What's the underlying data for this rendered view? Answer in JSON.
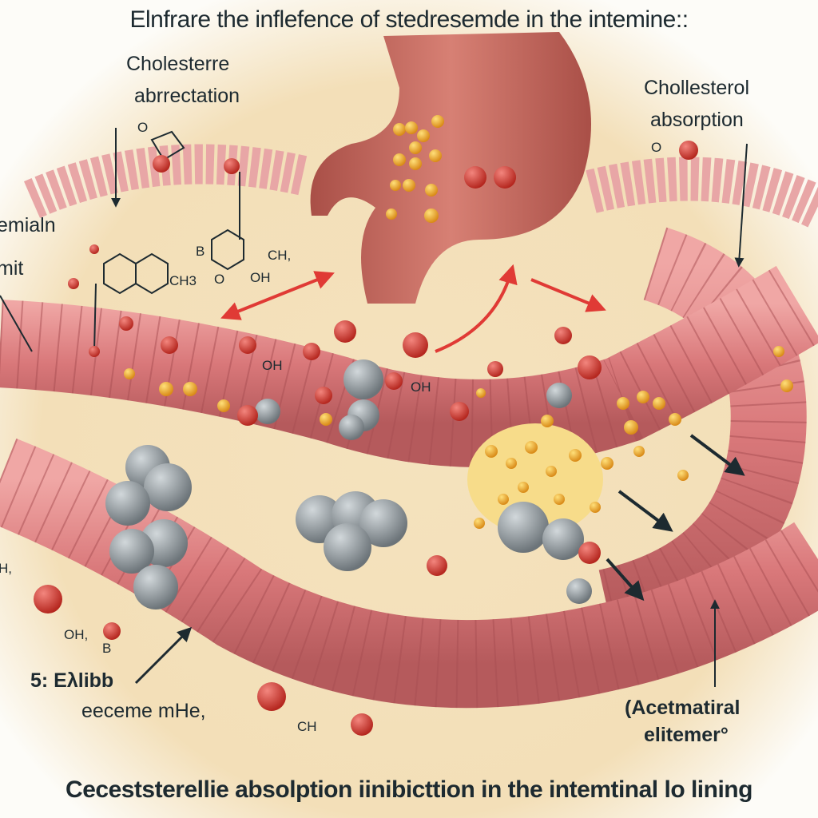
{
  "title": "Elnfrare the inflefence of stedresemde in the intemine::",
  "caption": "Ceceststerellie absolption iinibicttion in the intemtinal lo lining",
  "labels": {
    "top_left_1": "Cholesterre",
    "top_left_2": "abrrectation",
    "top_right_1": "Chollesterol",
    "top_right_2": "absorption",
    "left_1": "emialn",
    "left_2": "mit",
    "bottom_left_1": "5: Eλlibb",
    "bottom_left_2": "eeceme mHe,",
    "bottom_right_1": "(Acetmatiral",
    "bottom_right_2": "elitemer°"
  },
  "chem_labels": {
    "oh1": "OH",
    "oh2": "OH",
    "oh3": "OH,",
    "ch3a": "CH3",
    "ch3b": "CH,",
    "b1": "B",
    "b2": "B",
    "o1": "O",
    "o2": "O",
    "o3": "O",
    "h1": "H,",
    "ch": "CH",
    "oh_main": "OH"
  },
  "colors": {
    "intestine": "#d9787a",
    "intestine_dark": "#b85a5e",
    "stomach": "#c86a5e",
    "background": "#f1ddb6",
    "particle_gray": "#8e979c",
    "lipid_orange": "#f0a830",
    "arrow_red": "#e03a35"
  }
}
